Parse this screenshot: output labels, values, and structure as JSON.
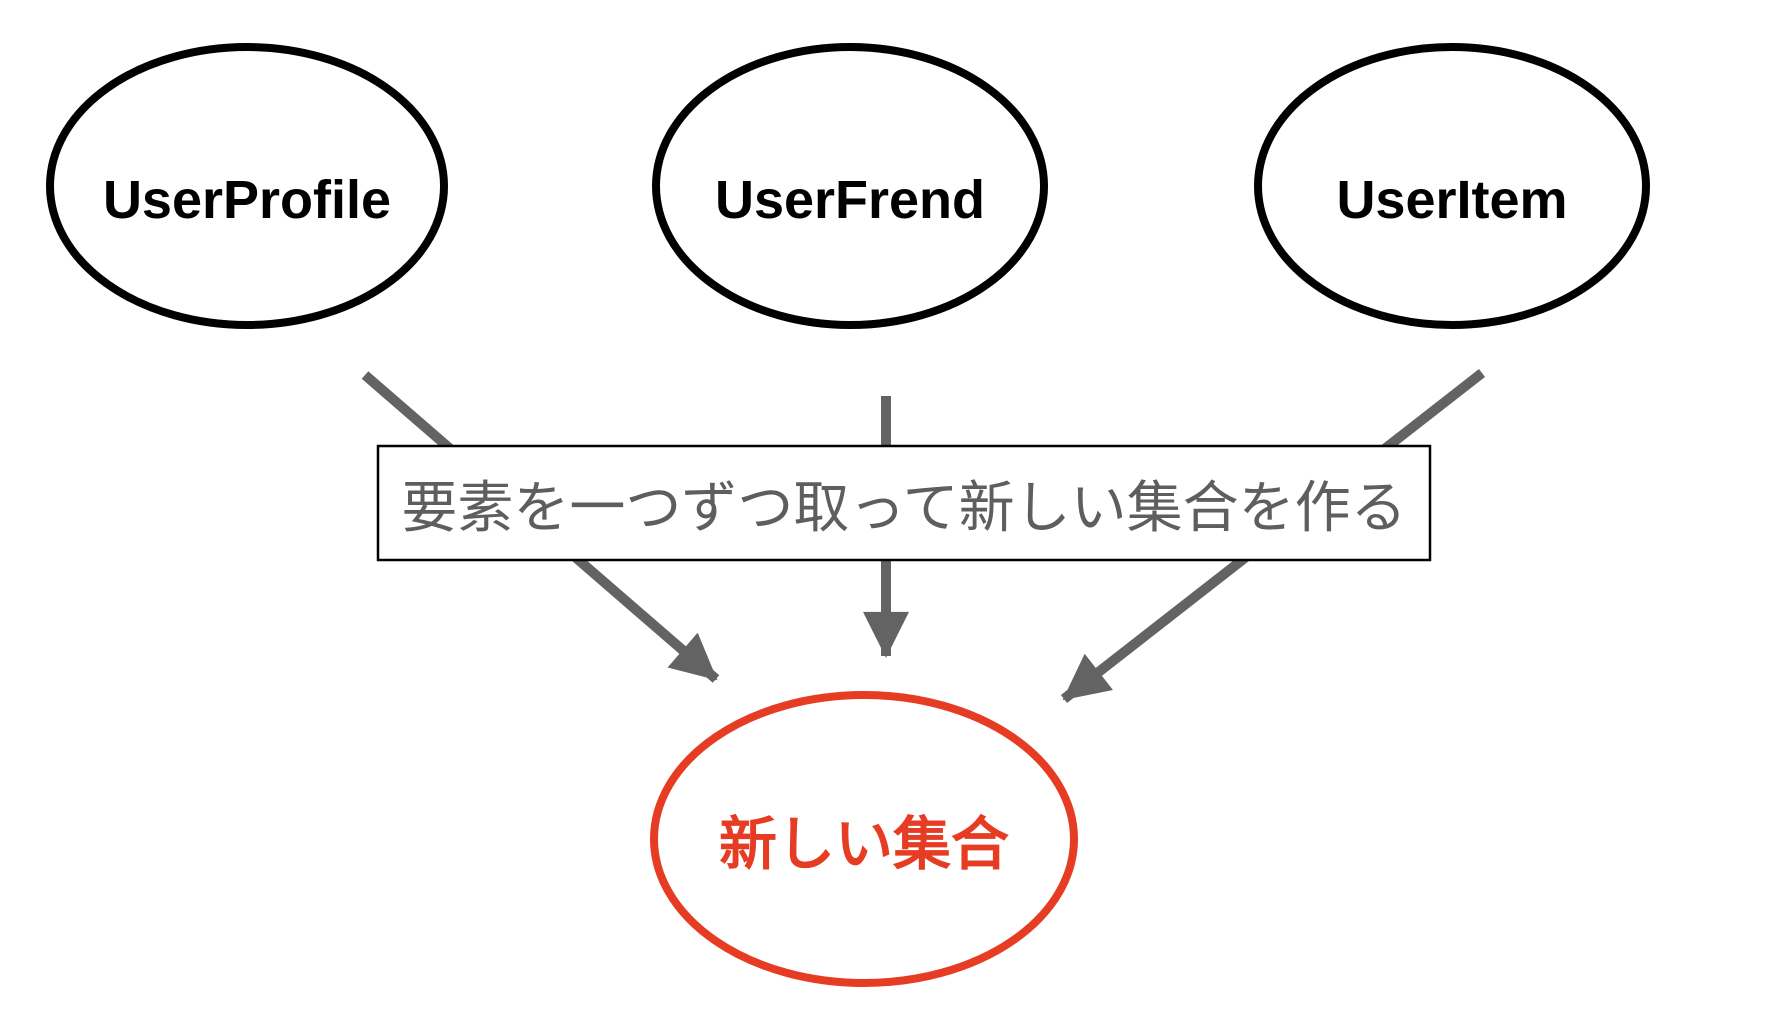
{
  "diagram": {
    "background_color": "#ffffff",
    "colors": {
      "source_ellipse_stroke": "#000000",
      "arrow": "#636363",
      "process_box_border": "#000000",
      "process_box_text": "#5e5e5e",
      "result": "#e63c23"
    },
    "source_nodes": [
      {
        "label": "UserProfile",
        "shape": "ellipse"
      },
      {
        "label": "UserFrend",
        "shape": "ellipse"
      },
      {
        "label": "UserItem",
        "shape": "ellipse"
      }
    ],
    "process_box": {
      "label": "要素を一つずつ取って新しい集合を作る"
    },
    "result_node": {
      "label": "新しい集合",
      "shape": "ellipse"
    },
    "arrows": [
      {
        "name": "left-arrow",
        "from": "UserProfile",
        "to": "新しい集合"
      },
      {
        "name": "middle-arrow",
        "from": "UserFrend",
        "to": "新しい集合"
      },
      {
        "name": "right-arrow",
        "from": "UserItem",
        "to": "新しい集合"
      }
    ]
  }
}
